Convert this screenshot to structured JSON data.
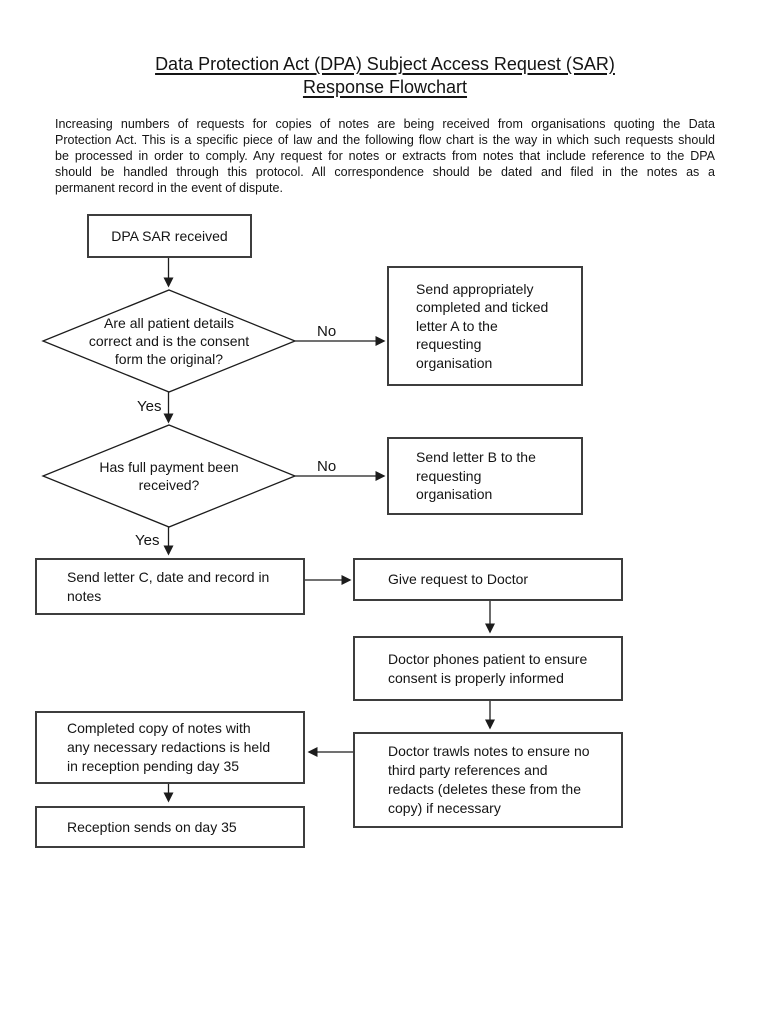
{
  "title": {
    "line1": "Data Protection Act (DPA) Subject Access Request (SAR)",
    "line2": "Response Flowchart"
  },
  "intro": {
    "lines": [
      "Increasing numbers of requests for copies of notes are being received from organisations quoting the Data",
      "Protection Act.  This is a specific piece of law and the following flow chart is the way in which such requests should",
      "be processed in order to comply.  Any request for notes or extracts from notes that include reference to the DPA",
      "should be handled through this protocol.  All correspondence should be dated and filed in the notes as a",
      "permanent record in the event of dispute."
    ]
  },
  "flowchart": {
    "nodes": {
      "received": {
        "text": "DPA SAR received"
      },
      "check_details": {
        "text": "Are all patient details\ncorrect and is the consent\nform the original?"
      },
      "letter_a": {
        "text": "Send appropriately\ncompleted and ticked\nletter A to the\nrequesting\norganisation"
      },
      "check_payment": {
        "text": "Has full payment been\nreceived?"
      },
      "letter_b": {
        "text": "Send letter B to the\nrequesting\norganisation"
      },
      "letter_c": {
        "text": "Send letter C, date and record in\nnotes"
      },
      "give_request": {
        "text": "Give request to Doctor"
      },
      "doctor_phones": {
        "text": "Doctor phones patient to ensure\nconsent is properly informed"
      },
      "doctor_trawls": {
        "text": "Doctor trawls notes to ensure no\nthird party references and\nredacts (deletes these from the\ncopy) if necessary"
      },
      "completed_copy": {
        "text": "Completed copy of notes with\nany necessary redactions is held\nin reception pending day 35"
      },
      "reception_sends": {
        "text": "Reception sends on day 35"
      }
    },
    "labels": {
      "no1": "No",
      "yes1": "Yes",
      "no2": "No",
      "yes2": "Yes"
    }
  },
  "colors": {
    "text": "#141414",
    "box_border": "#3d3d3d",
    "line": "#1c1c1c",
    "background": "#ffffff"
  }
}
